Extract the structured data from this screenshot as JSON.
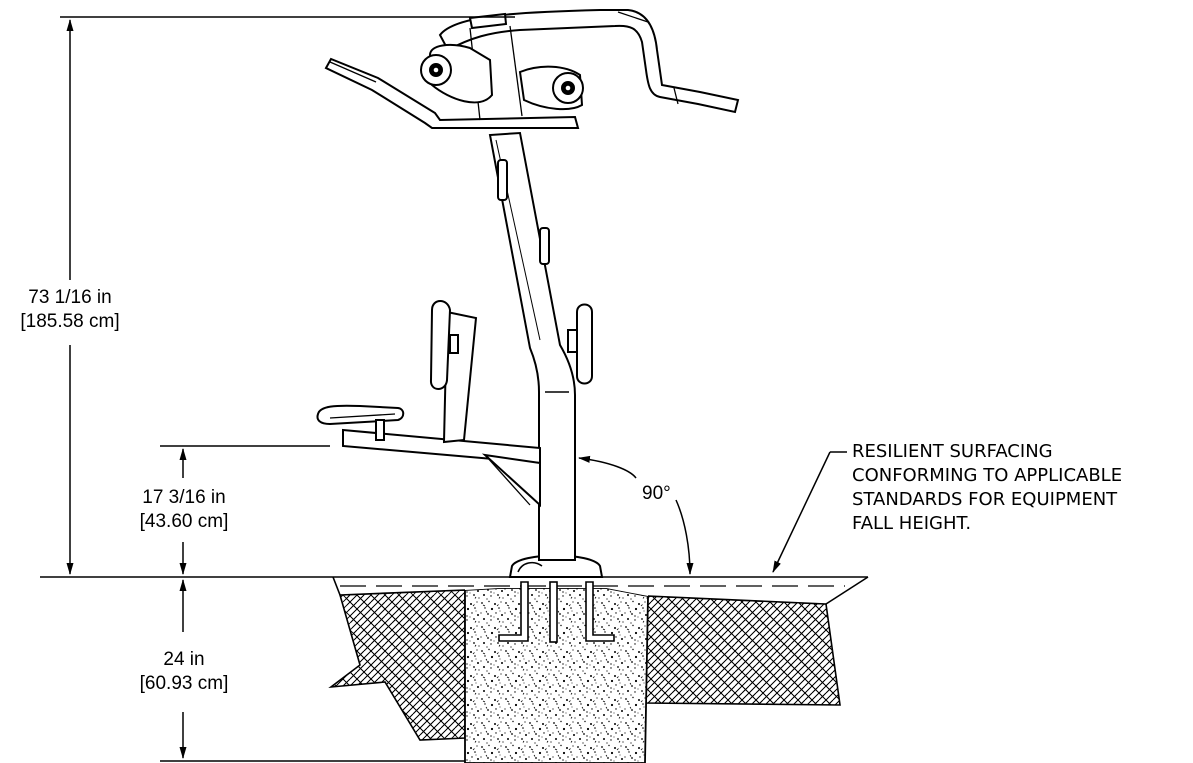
{
  "dimensions": {
    "overall_height": {
      "imperial": "73 1/16 in",
      "metric": "[185.58 cm]"
    },
    "step_height": {
      "imperial": "17 3/16 in",
      "metric": "[43.60 cm]"
    },
    "footing_depth": {
      "imperial": "24 in",
      "metric": "[60.93 cm]"
    }
  },
  "angle": "90°",
  "note": {
    "lines": [
      "RESILIENT SURFACING",
      "CONFORMING TO APPLICABLE",
      "STANDARDS FOR EQUIPMENT",
      "FALL HEIGHT."
    ]
  }
}
